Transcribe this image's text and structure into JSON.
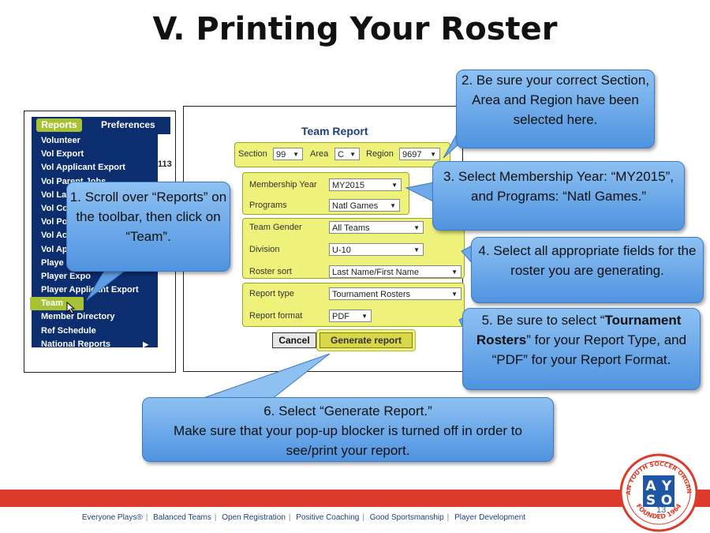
{
  "slide": {
    "title": "V.   Printing Your Roster",
    "page_number": "13"
  },
  "menu": {
    "tab_reports": "Reports",
    "tab_preferences": "Preferences",
    "items": [
      "Volunteer",
      "Vol Export",
      "Vol Applicant Export",
      "Vol Parent Jobs",
      "Vol La",
      "Vol Co",
      "Vol Po",
      "Vol Ac",
      "Vol Ap",
      "Playe",
      "Player Expo",
      "Player Applicant Export",
      "Team",
      "Member Directory",
      "Ref Schedule",
      "National Reports"
    ],
    "side_number": "113"
  },
  "form": {
    "title": "Team Report",
    "section_label": "Section",
    "section_value": "99",
    "area_label": "Area",
    "area_value": "C",
    "region_label": "Region",
    "region_value": "9697",
    "membership_year_label": "Membership Year",
    "membership_year_value": "MY2015",
    "programs_label": "Programs",
    "programs_value": "Natl Games",
    "team_gender_label": "Team Gender",
    "team_gender_value": "All Teams",
    "division_label": "Division",
    "division_value": "U-10",
    "roster_sort_label": "Roster sort",
    "roster_sort_value": "Last Name/First Name",
    "report_type_label": "Report type",
    "report_type_value": "Tournament Rosters",
    "report_format_label": "Report format",
    "report_format_value": "PDF",
    "cancel_label": "Cancel",
    "generate_label": "Generate report"
  },
  "callouts": {
    "c1": "1.  Scroll over “Reports” on the toolbar, then click on “Team”.",
    "c2": "2.  Be sure your correct Section, Area and Region have been selected here.",
    "c3": "3.  Select Membership Year: “MY2015”, and Programs:  “Natl Games.”",
    "c4": "4.  Select all appropriate fields for the roster you are generating.",
    "c5_pre": "5.  Be sure to select “",
    "c5_bold": "Tournament Rosters",
    "c5_post": "” for your Report Type, and “PDF” for your Report Format.",
    "c6_line1": "6.  Select “Generate Report.”",
    "c6_line2": "Make sure that your pop-up blocker is turned off in order to see/print your report."
  },
  "footer": {
    "items": [
      "Everyone Plays®",
      "Balanced Teams",
      "Open Registration",
      "Positive Coaching",
      "Good Sportsmanship",
      "Player Development"
    ]
  },
  "logo": {
    "top_text": "AMERICAN YOUTH SOCCER ORGANIZATION",
    "bottom_text": "FOUNDED 1964",
    "letters": "AYSO"
  },
  "colors": {
    "menu_bg": "#0c2d6e",
    "menu_highlight": "#a8c236",
    "callout_fill": "#6aa8ea",
    "footer_bar": "#dc3a2a",
    "form_highlight": "#eef27a"
  }
}
